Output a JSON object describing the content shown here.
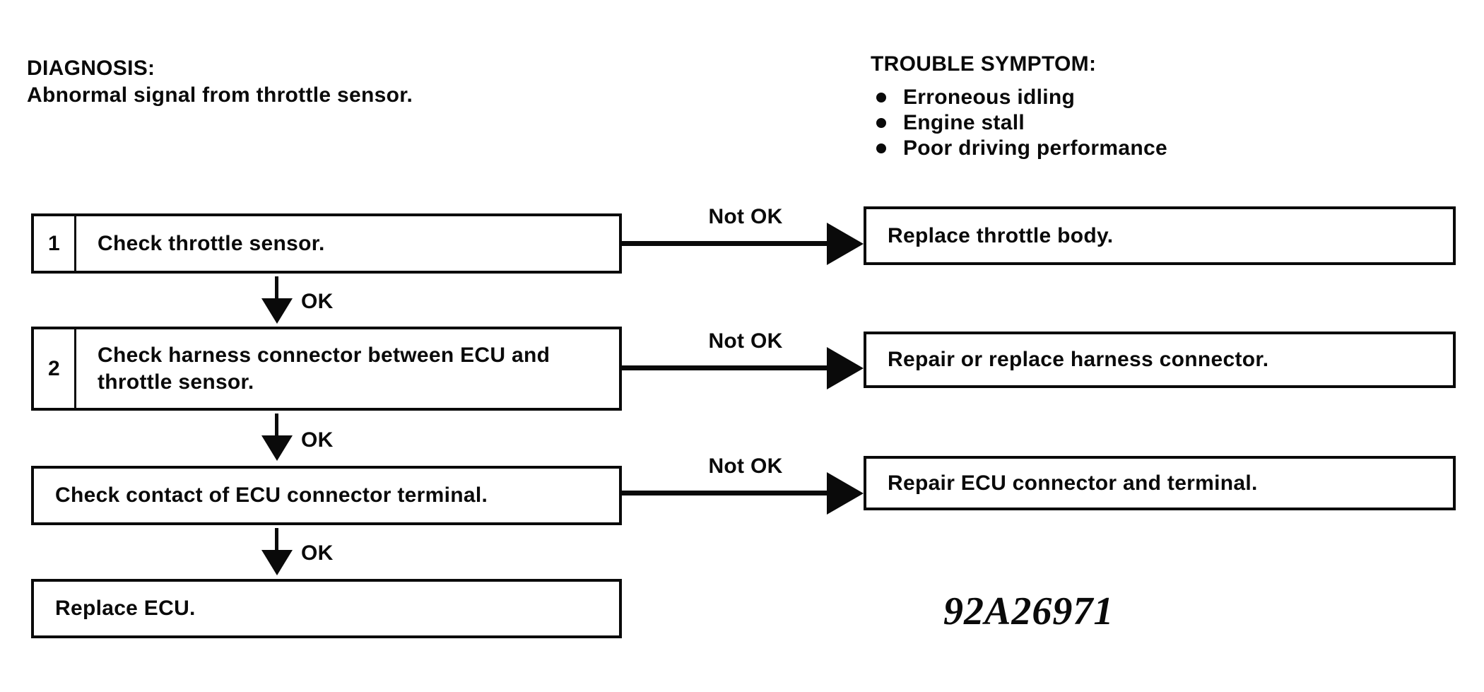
{
  "page": {
    "background": "#ffffff",
    "ink": "#0a0a0a"
  },
  "diagnosis": {
    "title": "DIAGNOSIS:",
    "description": "Abnormal signal from throttle sensor."
  },
  "trouble_symptom": {
    "title": "TROUBLE SYMPTOM:",
    "items": [
      "Erroneous idling",
      "Engine stall",
      "Poor driving performance"
    ]
  },
  "flow": {
    "ok_label": "OK",
    "not_ok_label": "Not OK",
    "steps": [
      {
        "number": "1",
        "text": "Check throttle sensor.",
        "not_ok_action": "Replace throttle body."
      },
      {
        "number": "2",
        "text": "Check harness connector between ECU and throttle sensor.",
        "not_ok_action": "Repair or replace harness connector."
      },
      {
        "text": "Check contact of ECU connector terminal.",
        "not_ok_action": "Repair ECU connector and terminal."
      },
      {
        "text": "Replace ECU."
      }
    ]
  },
  "figure_code": "92A26971"
}
